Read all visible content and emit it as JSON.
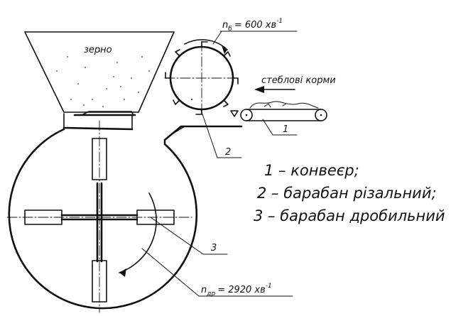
{
  "labels": {
    "grain": "зерно",
    "forage": "стеблові корми",
    "cutter_speed": "n",
    "cutter_speed_sub": "б",
    "cutter_speed_value": "= 600 хв",
    "cutter_speed_exp": "-1",
    "crusher_speed": "n",
    "crusher_speed_sub": "др",
    "crusher_speed_value": "= 2920 хв",
    "crusher_speed_exp": "-1",
    "callout_1": "1",
    "callout_2": "2",
    "callout_3": "3"
  },
  "legend": [
    "1 – конвеєр;",
    "2 – барабан різальний;",
    "3 – барабан дробильний"
  ],
  "colors": {
    "ink": "#111111",
    "background": "#ffffff"
  }
}
